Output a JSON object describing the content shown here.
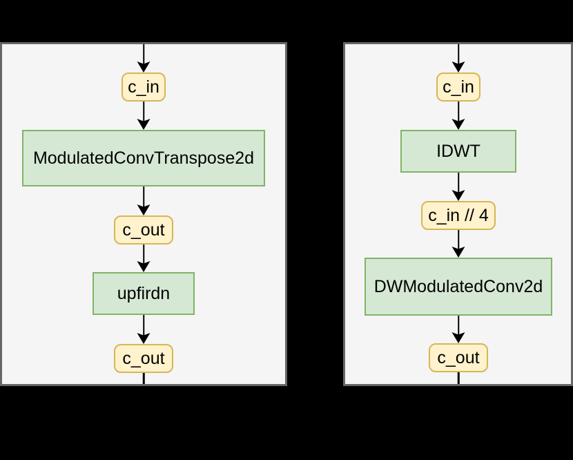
{
  "figure": {
    "panels": [
      {
        "id": "conv-transpose-branch",
        "nodes": [
          {
            "kind": "tensor",
            "label": "c_in"
          },
          {
            "kind": "op",
            "label": "ModulatedConvTranspose2d"
          },
          {
            "kind": "tensor",
            "label": "c_out"
          },
          {
            "kind": "op",
            "label": "upfirdn"
          },
          {
            "kind": "tensor",
            "label": "c_out"
          }
        ]
      },
      {
        "id": "idwt-branch",
        "nodes": [
          {
            "kind": "tensor",
            "label": "c_in"
          },
          {
            "kind": "op",
            "label": "IDWT"
          },
          {
            "kind": "tensor",
            "label": "c_in // 4"
          },
          {
            "kind": "op",
            "label": "DWModulatedConv2d"
          },
          {
            "kind": "tensor",
            "label": "c_out"
          }
        ]
      }
    ],
    "colors": {
      "background": "#000000",
      "panel_fill": "#F5F5F5",
      "panel_border": "#666666",
      "tensor_fill": "#FFF2CC",
      "tensor_border": "#D6B656",
      "op_fill": "#D5E8D4",
      "op_border": "#82B366",
      "arrow": "#000000",
      "text": "#000000"
    }
  }
}
